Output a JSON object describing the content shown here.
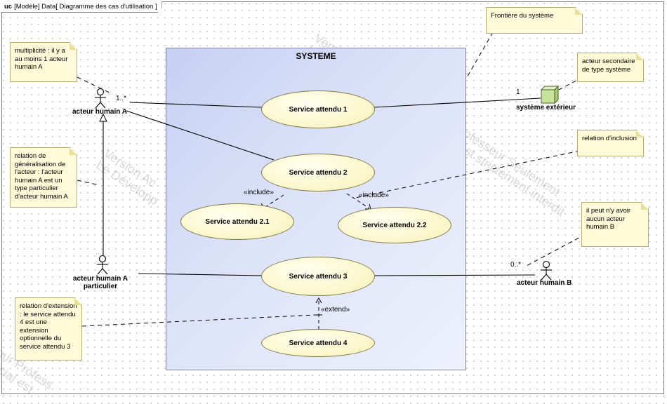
{
  "frame": {
    "kind": "uc",
    "title": "[Modèle] Data[ Diagramme des cas d'utilisation ]"
  },
  "system": {
    "title": "SYSTEME"
  },
  "use_cases": {
    "uc1": "Service attendu 1",
    "uc2": "Service attendu 2",
    "uc21": "Service attendu 2.1",
    "uc22": "Service attendu 2.2",
    "uc3": "Service attendu 3",
    "uc4": "Service attendu 4"
  },
  "actors": {
    "a": "acteur humain A",
    "a_particulier_line1": "acteur humain A",
    "a_particulier_line2": "particulier",
    "b": "acteur humain B",
    "systeme_ext": "système extérieur"
  },
  "notes": {
    "multiplicite": "multiplicité : il y a au moins 1 acteur humain A",
    "generalisation": "relation de généralisation de l'acteur : l'acteur humain A est un type particulier d'acteur humain A",
    "extension": "relation d'extension : le service attendu 4 est une extension optionnelle du service attendu 3",
    "frontiere": "Frontière du système",
    "acteur_secondaire": "acteur secondaire de type système",
    "inclusion": "relation d'inclusion",
    "acteur_b": "il peut n'y avoir aucun acteur humain B"
  },
  "labels": {
    "mult_a": "1..*",
    "mult_sys": "1",
    "mult_b": "0..*",
    "include1": "«include»",
    "include2": "«include»",
    "extend": "«extend»"
  },
  "watermark": {
    "line1": "Version",
    "line2": "Le Dév",
    "line3": "Version Ac",
    "line4": "Le Développ",
    "line5": "Professeur Seulement",
    "line6": "ial est strictement interdit",
    "line7": "our Profess",
    "line8": "ercial est"
  },
  "colors": {
    "system_fill": "#c6d0f2",
    "usecase_fill": "#fbf6c8",
    "note_fill": "#fffbd8"
  }
}
